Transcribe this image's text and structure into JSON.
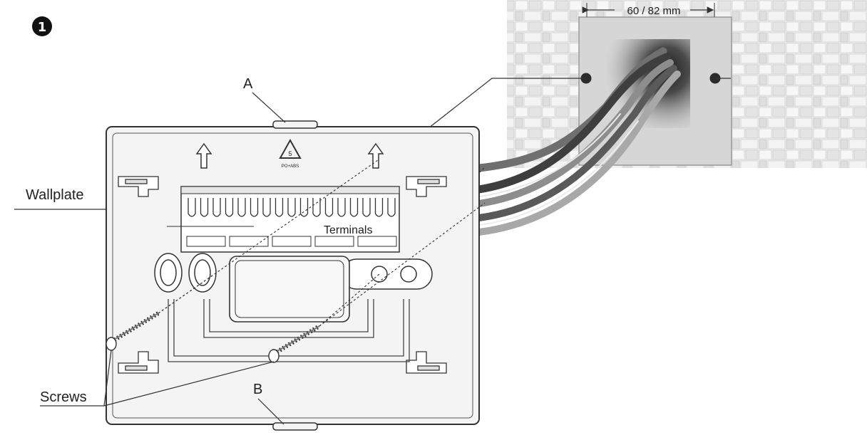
{
  "step": {
    "number": "1"
  },
  "labels": {
    "dimension": "60 / 82 mm",
    "wallplate": "Wallplate",
    "terminals": "Terminals",
    "screws": "Screws",
    "point_a": "A",
    "point_b": "B",
    "recycle_mark": "PO+ABS"
  },
  "icons": [
    "step-number-badge",
    "up-arrow-icon",
    "recycle-icon"
  ],
  "colors": {
    "background": "#ffffff",
    "line": "#333333",
    "plate_fill": "#f4f4f4",
    "wall_tile": "#d8d8d8",
    "wall_box": "#c9c9c9",
    "cable_dark": "#444444",
    "cable_mid": "#7a7a7a",
    "cable_light": "#b5b5b5"
  }
}
